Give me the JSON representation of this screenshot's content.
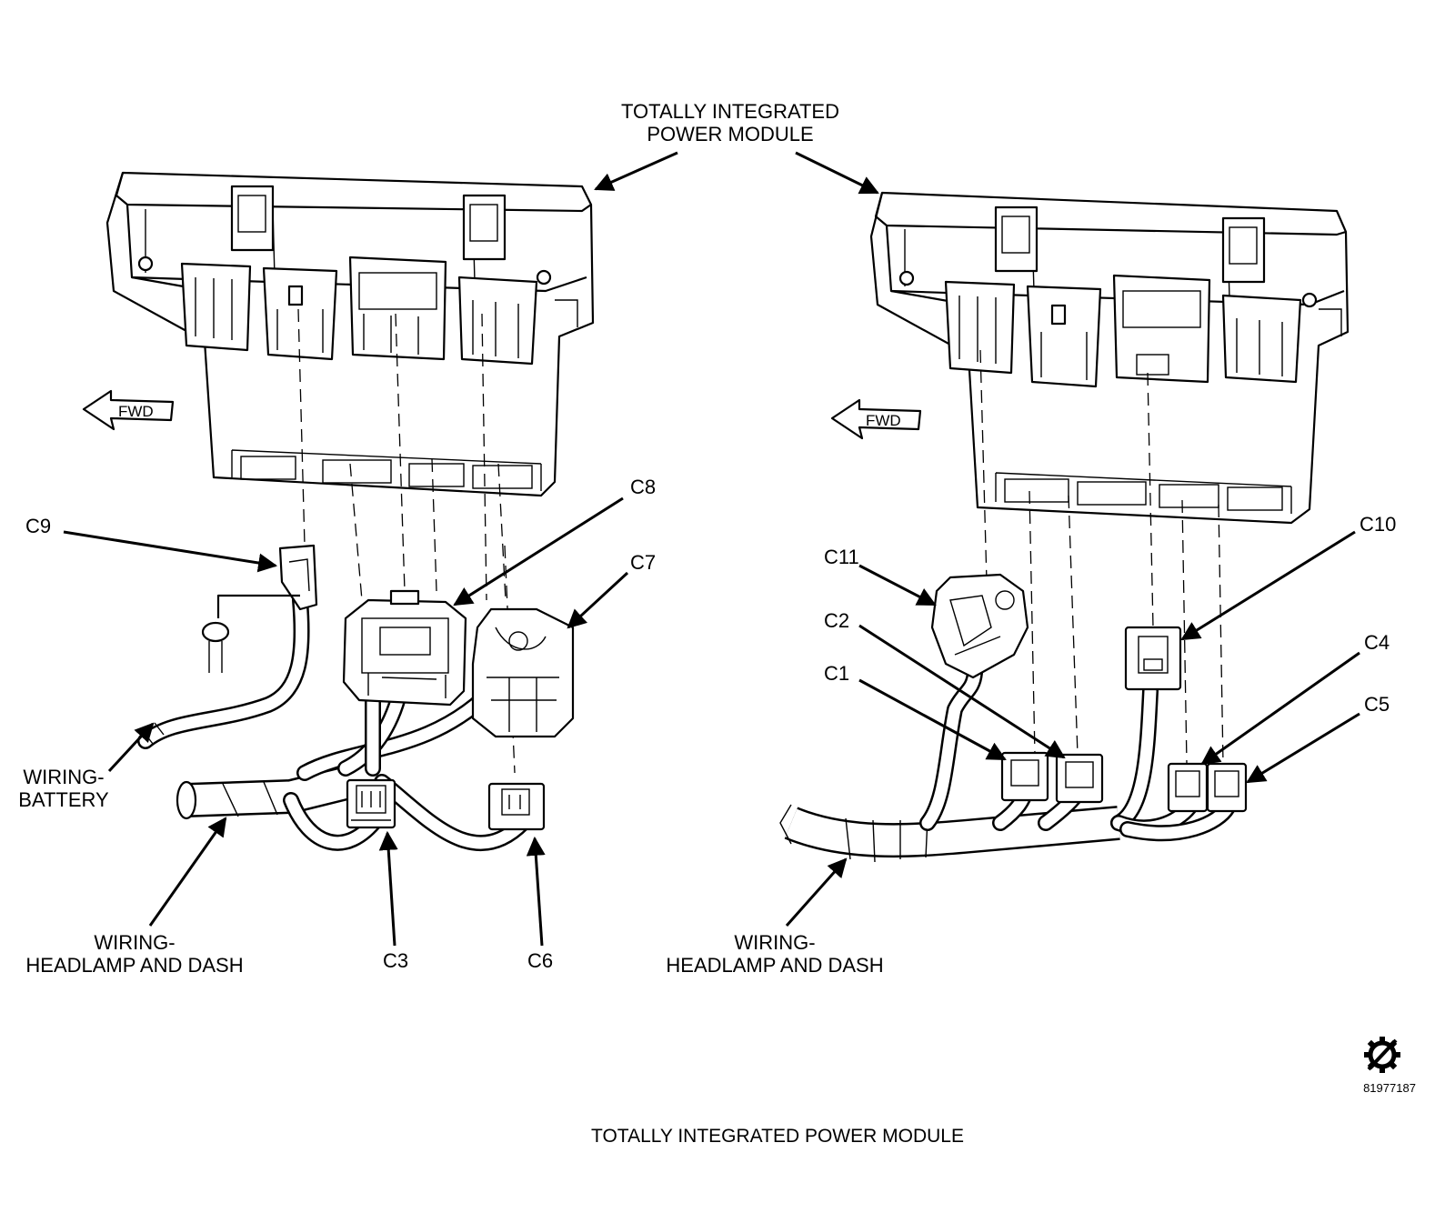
{
  "title_top": [
    "TOTALLY INTEGRATED",
    "POWER MODULE"
  ],
  "fwd_label": "FWD",
  "left_view": {
    "labels": {
      "c9": "C9",
      "c8": "C8",
      "c7": "C7",
      "c3": "C3",
      "c6": "C6",
      "wiring_battery": [
        "WIRING-",
        "BATTERY"
      ],
      "wiring_headlamp": [
        "WIRING-",
        "HEADLAMP AND DASH"
      ]
    }
  },
  "right_view": {
    "labels": {
      "c10": "C10",
      "c11": "C11",
      "c2": "C2",
      "c1": "C1",
      "c4": "C4",
      "c5": "C5",
      "wiring_headlamp": [
        "WIRING-",
        "HEADLAMP AND DASH"
      ]
    }
  },
  "figure_id": "81977187",
  "caption": "TOTALLY INTEGRATED POWER MODULE",
  "icons": {
    "logo": "gear-slash-icon",
    "arrow": "arrow-leader-icon"
  }
}
